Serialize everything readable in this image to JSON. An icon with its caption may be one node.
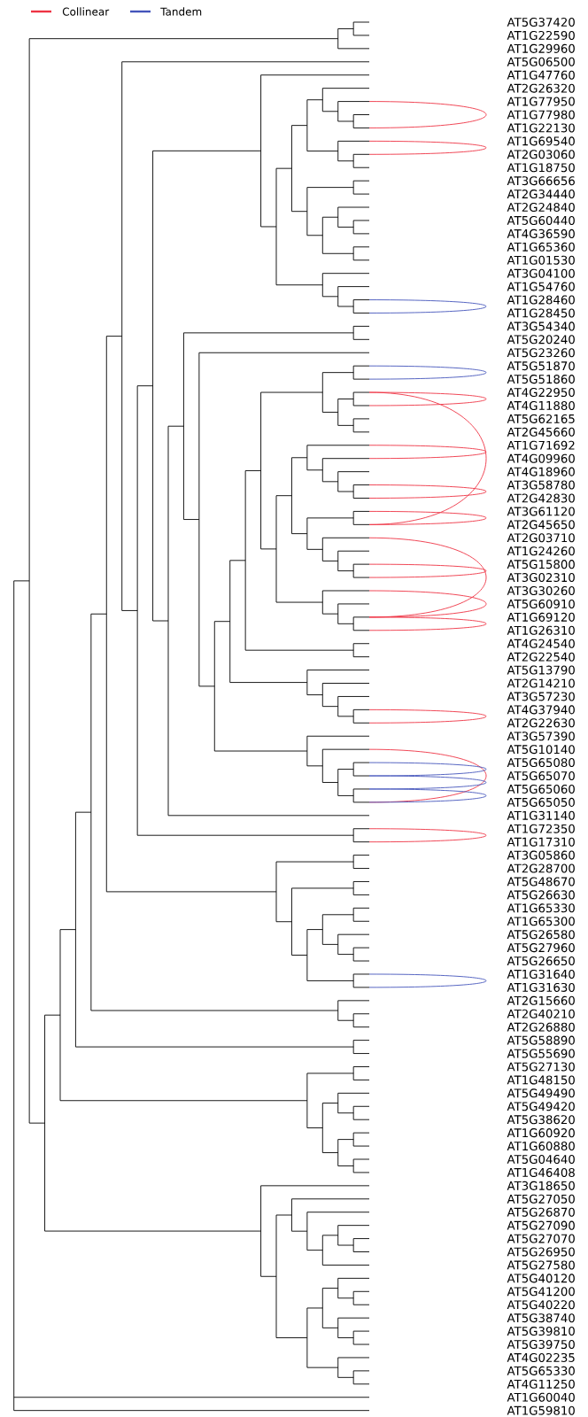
{
  "diagram": {
    "nodes": [
      {
        "text": [
          "AT5G37420"
        ]
      },
      {
        "text": [
          "AT1G22590"
        ]
      },
      {
        "text": [
          "AT1G29960"
        ]
      },
      {
        "text": [
          "AT5G06500"
        ]
      },
      {
        "text": [
          "AT1G47760"
        ]
      },
      {
        "text": [
          "AT2G26320"
        ]
      },
      {
        "text": [
          "AT1G77950"
        ]
      },
      {
        "text": [
          "AT1G77980"
        ]
      },
      {
        "text": [
          "AT1G22130"
        ]
      },
      {
        "text": [
          "AT1G69540"
        ]
      },
      {
        "text": [
          "AT2G03060"
        ]
      },
      {
        "text": [
          "AT1G18750"
        ]
      },
      {
        "text": [
          "AT3G66656"
        ]
      },
      {
        "text": [
          "AT2G34440"
        ]
      },
      {
        "text": [
          "AT2G24840"
        ]
      },
      {
        "text": [
          "AT5G60440"
        ]
      },
      {
        "text": [
          "AT4G36590"
        ]
      },
      {
        "text": [
          "AT1G65360"
        ]
      },
      {
        "text": [
          "AT1G01530"
        ]
      },
      {
        "text": [
          "AT3G04100"
        ]
      },
      {
        "text": [
          "AT1G54760"
        ]
      },
      {
        "text": [
          "AT1G28460"
        ]
      },
      {
        "text": [
          "AT1G28450"
        ]
      },
      {
        "text": [
          "AT3G54340"
        ]
      },
      {
        "text": [
          "AT5G20240"
        ]
      },
      {
        "text": [
          "AT5G23260"
        ]
      },
      {
        "text": [
          "AT5G51870"
        ]
      },
      {
        "text": [
          "AT5G51860"
        ]
      },
      {
        "text": [
          "AT4G22950"
        ]
      },
      {
        "text": [
          "AT4G11880"
        ]
      },
      {
        "text": [
          "AT5G62165"
        ]
      },
      {
        "text": [
          "AT2G45660"
        ]
      },
      {
        "text": [
          "AT1G71692"
        ]
      },
      {
        "text": [
          "AT4G09960"
        ]
      },
      {
        "text": [
          "AT4G18960"
        ]
      },
      {
        "text": [
          "AT3G58780"
        ]
      },
      {
        "text": [
          "AT2G42830"
        ]
      },
      {
        "text": [
          "AT3G61120"
        ]
      },
      {
        "text": [
          "AT2G45650"
        ]
      },
      {
        "text": [
          "AT2G03710"
        ]
      },
      {
        "text": [
          "AT1G24260"
        ]
      },
      {
        "text": [
          "AT5G15800"
        ]
      },
      {
        "text": [
          "AT3G02310"
        ]
      },
      {
        "text": [
          "AT3G30260"
        ]
      },
      {
        "text": [
          "AT5G60910"
        ]
      },
      {
        "text": [
          "AT1G69120"
        ]
      },
      {
        "text": [
          "AT1G26310"
        ]
      },
      {
        "text": [
          "AT4G24540"
        ]
      },
      {
        "text": [
          "AT2G22540"
        ]
      },
      {
        "text": [
          "AT5G13790"
        ]
      },
      {
        "text": [
          "AT2G14210"
        ]
      },
      {
        "text": [
          "AT3G57230"
        ]
      },
      {
        "text": [
          "AT4G37940"
        ]
      },
      {
        "text": [
          "AT2G22630"
        ]
      },
      {
        "text": [
          "AT3G57390"
        ]
      },
      {
        "text": [
          "AT5G10140"
        ]
      },
      {
        "text": [
          "AT5G65080"
        ]
      },
      {
        "text": [
          "AT5G65070"
        ]
      },
      {
        "text": [
          "AT5G65060"
        ]
      },
      {
        "text": [
          "AT5G65050"
        ]
      },
      {
        "text": [
          "AT1G31140"
        ]
      },
      {
        "text": [
          "AT1G72350"
        ]
      },
      {
        "text": [
          "AT1G17310"
        ]
      },
      {
        "text": [
          "AT3G05860"
        ]
      },
      {
        "text": [
          "AT2G28700"
        ]
      },
      {
        "text": [
          "AT5G48670"
        ]
      },
      {
        "text": [
          "AT5G26630"
        ]
      },
      {
        "text": [
          "AT1G65330"
        ]
      },
      {
        "text": [
          "AT1G65300"
        ]
      },
      {
        "text": [
          "AT5G26580"
        ]
      },
      {
        "text": [
          "AT5G27960"
        ]
      },
      {
        "text": [
          "AT5G26650"
        ]
      },
      {
        "text": [
          "AT1G31640"
        ]
      },
      {
        "text": [
          "AT1G31630"
        ]
      },
      {
        "text": [
          "AT2G15660"
        ]
      },
      {
        "text": [
          "AT2G40210"
        ]
      },
      {
        "text": [
          "AT2G26880"
        ]
      },
      {
        "text": [
          "AT5G58890"
        ]
      },
      {
        "text": [
          "AT5G55690"
        ]
      },
      {
        "text": [
          "AT5G27130"
        ]
      },
      {
        "text": [
          "AT1G48150"
        ]
      },
      {
        "text": [
          "AT5G49490"
        ]
      },
      {
        "text": [
          "AT5G49420"
        ]
      },
      {
        "text": [
          "AT5G38620"
        ]
      },
      {
        "text": [
          "AT1G60920"
        ]
      },
      {
        "text": [
          "AT1G60880"
        ]
      },
      {
        "text": [
          "AT5G04640"
        ]
      },
      {
        "text": [
          "AT1G46408"
        ]
      },
      {
        "text": [
          "AT3G18650"
        ]
      },
      {
        "text": [
          "AT5G27050"
        ]
      },
      {
        "text": [
          "AT5G26870"
        ]
      },
      {
        "text": [
          "AT5G27090"
        ]
      },
      {
        "text": [
          "AT5G27070"
        ]
      },
      {
        "text": [
          "AT5G26950"
        ]
      },
      {
        "text": [
          "AT5G27580"
        ]
      },
      {
        "text": [
          "AT5G40120"
        ]
      },
      {
        "text": [
          "AT5G41200"
        ]
      },
      {
        "text": [
          "AT5G40220"
        ]
      },
      {
        "text": [
          "AT5G38740"
        ]
      },
      {
        "text": [
          "AT5G39810"
        ]
      },
      {
        "text": [
          "AT5G39750"
        ]
      },
      {
        "text": [
          "AT4G02235"
        ]
      },
      {
        "text": [
          "AT5G65330"
        ]
      },
      {
        "text": [
          "AT4G11250"
        ]
      },
      {
        "text": [
          "AT1G60040"
        ]
      },
      {
        "text": [
          "AT1G59810"
        ]
      }
    ],
    "edges": [
      {
        "from": 6,
        "to": 8,
        "arrow": "none",
        "color": "#ee3344"
      },
      {
        "from": 9,
        "to": 10,
        "arrow": "none",
        "color": "#ee3344"
      },
      {
        "from": 21,
        "to": 22,
        "arrow": "none",
        "color": "#4455bb"
      },
      {
        "from": 26,
        "to": 27,
        "arrow": "none",
        "color": "#4455bb"
      },
      {
        "from": 28,
        "to": 29,
        "arrow": "none",
        "color": "#ee3344"
      },
      {
        "from": 28,
        "to": 38,
        "arrow": "none",
        "color": "#ee3344"
      },
      {
        "from": 32,
        "to": 33,
        "arrow": "none",
        "color": "#ee3344"
      },
      {
        "from": 35,
        "to": 36,
        "arrow": "none",
        "color": "#ee3344"
      },
      {
        "from": 37,
        "to": 38,
        "arrow": "none",
        "color": "#ee3344"
      },
      {
        "from": 39,
        "to": 45,
        "arrow": "none",
        "color": "#ee3344"
      },
      {
        "from": 41,
        "to": 42,
        "arrow": "none",
        "color": "#ee3344"
      },
      {
        "from": 43,
        "to": 45,
        "arrow": "none",
        "color": "#ee3344"
      },
      {
        "from": 45,
        "to": 46,
        "arrow": "none",
        "color": "#ee3344"
      },
      {
        "from": 52,
        "to": 53,
        "arrow": "none",
        "color": "#ee3344"
      },
      {
        "from": 55,
        "to": 59,
        "arrow": "none",
        "color": "#ee3344"
      },
      {
        "from": 56,
        "to": 57,
        "arrow": "none",
        "color": "#4455bb"
      },
      {
        "from": 57,
        "to": 58,
        "arrow": "none",
        "color": "#4455bb"
      },
      {
        "from": 58,
        "to": 59,
        "arrow": "none",
        "color": "#4455bb"
      },
      {
        "from": 61,
        "to": 62,
        "arrow": "none",
        "color": "#ee3344"
      },
      {
        "from": 72,
        "to": 73,
        "arrow": "none",
        "color": "#4455bb"
      }
    ],
    "legend": [
      {
        "text": "Collinear",
        "color": "#ee3344"
      },
      {
        "text": "Tandem",
        "color": "#4455bb"
      }
    ]
  }
}
